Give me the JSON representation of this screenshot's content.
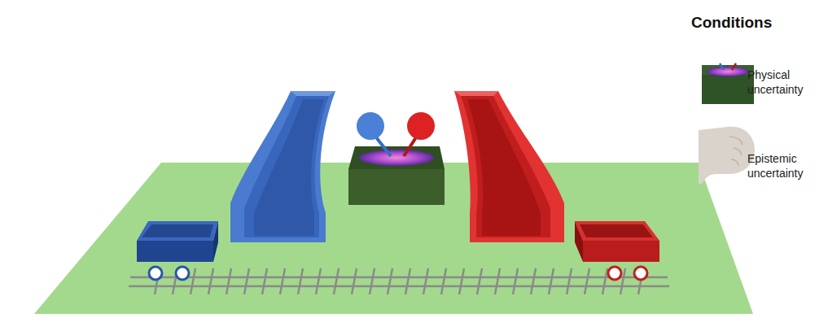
{
  "diagram": {
    "labels": [
      "Conditions"
    ],
    "legend": [
      {
        "text": "Physical uncertainty"
      },
      {
        "text": "Epistemic uncertainty"
      }
    ]
  }
}
